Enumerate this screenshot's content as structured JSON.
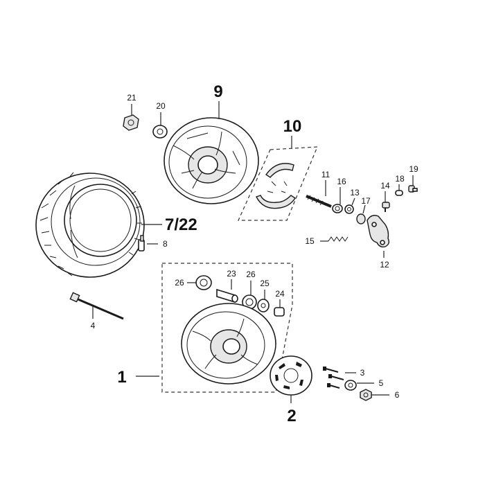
{
  "callouts": {
    "c1": "1",
    "c2": "2",
    "c3": "3",
    "c4": "4",
    "c5": "5",
    "c6": "6",
    "c722": "7/22",
    "c8": "8",
    "c9": "9",
    "c10": "10",
    "c11": "11",
    "c12": "12",
    "c13": "13",
    "c14": "14",
    "c15": "15",
    "c16": "16",
    "c17": "17",
    "c18": "18",
    "c19": "19",
    "c20": "20",
    "c21": "21",
    "c23": "23",
    "c24": "24",
    "c25": "25",
    "c26a": "26",
    "c26b": "26"
  }
}
